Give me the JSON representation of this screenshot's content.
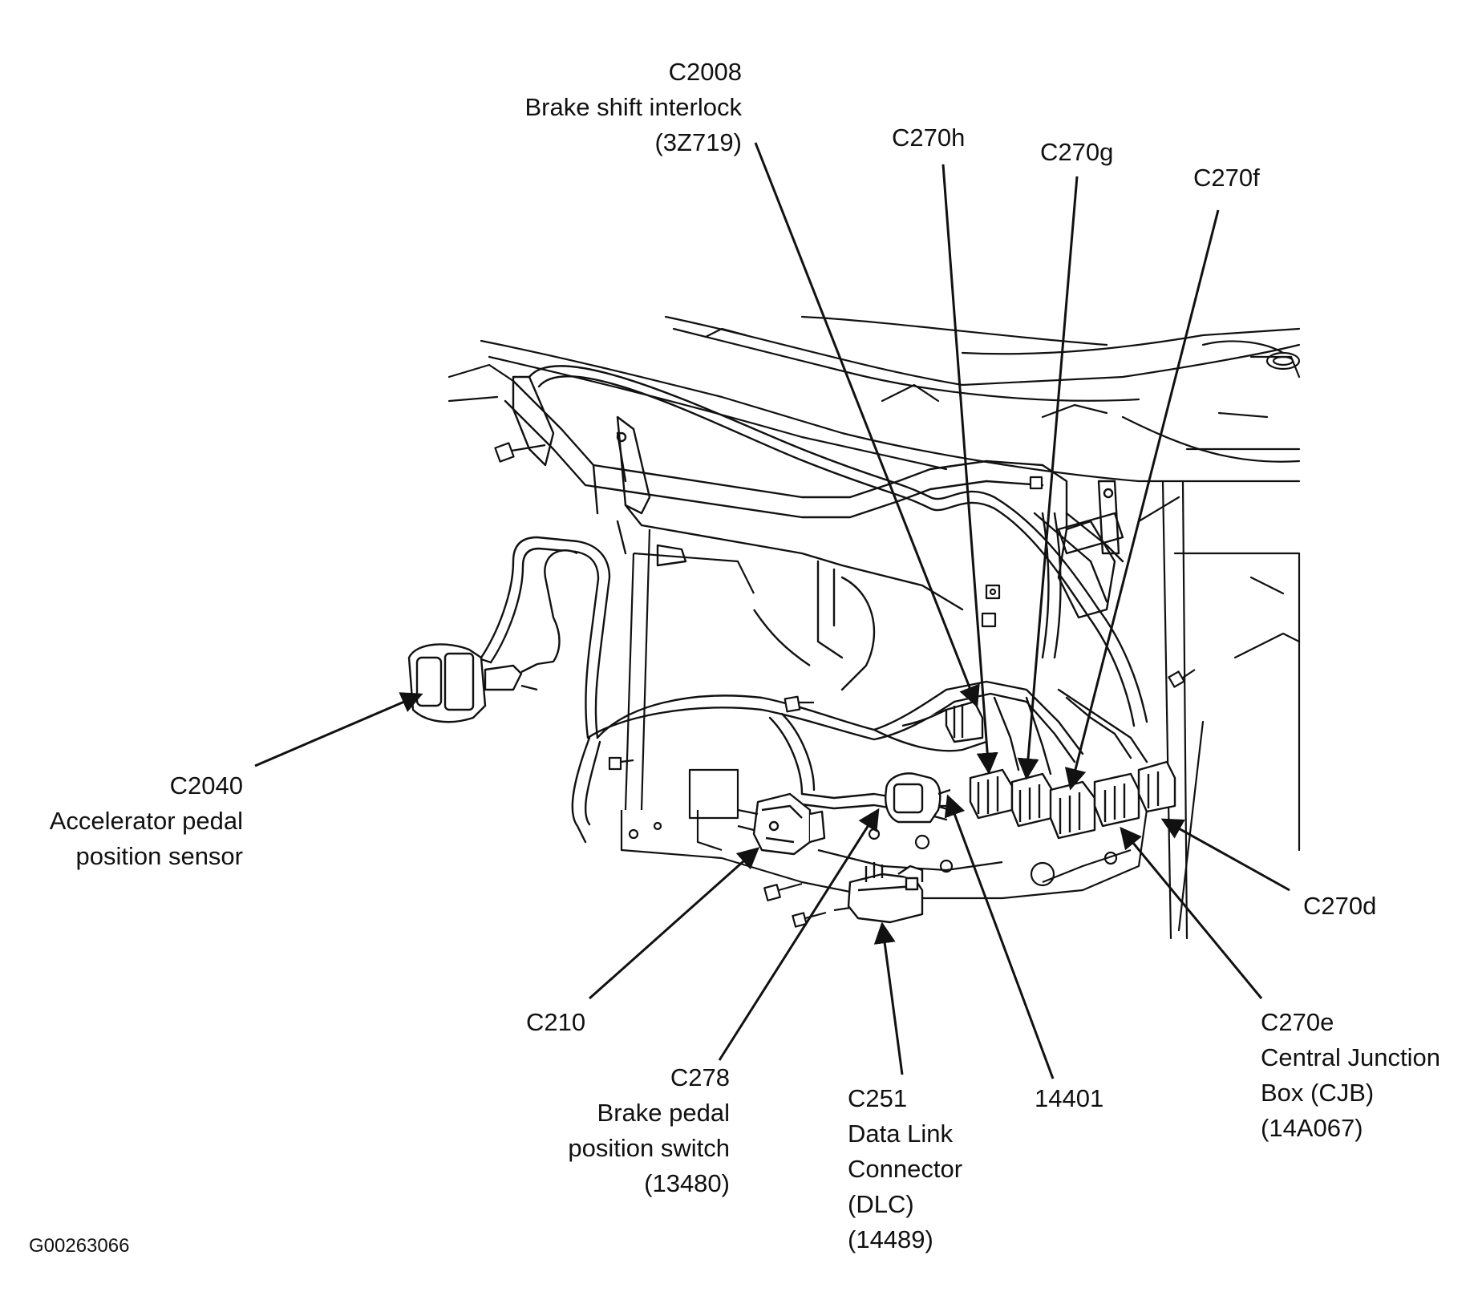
{
  "callouts": {
    "c2008": [
      "C2008",
      "Brake shift interlock",
      "(3Z719)"
    ],
    "c270h": [
      "C270h"
    ],
    "c270g": [
      "C270g"
    ],
    "c270f": [
      "C270f"
    ],
    "c2040": [
      "C2040",
      "Accelerator pedal",
      "position sensor"
    ],
    "c270d": [
      "C270d"
    ],
    "c210": [
      "C210"
    ],
    "c278": [
      "C278",
      "Brake pedal",
      "position switch",
      "(13480)"
    ],
    "c251": [
      "C251",
      "Data Link",
      "Connector",
      "(DLC)",
      "(14489)"
    ],
    "p14401": [
      "14401"
    ],
    "c270e": [
      "C270e",
      "Central Junction",
      "Box (CJB)",
      "(14A067)"
    ]
  },
  "figure_id": "G00263066",
  "colors": {
    "line": "#111111",
    "background": "#ffffff"
  }
}
